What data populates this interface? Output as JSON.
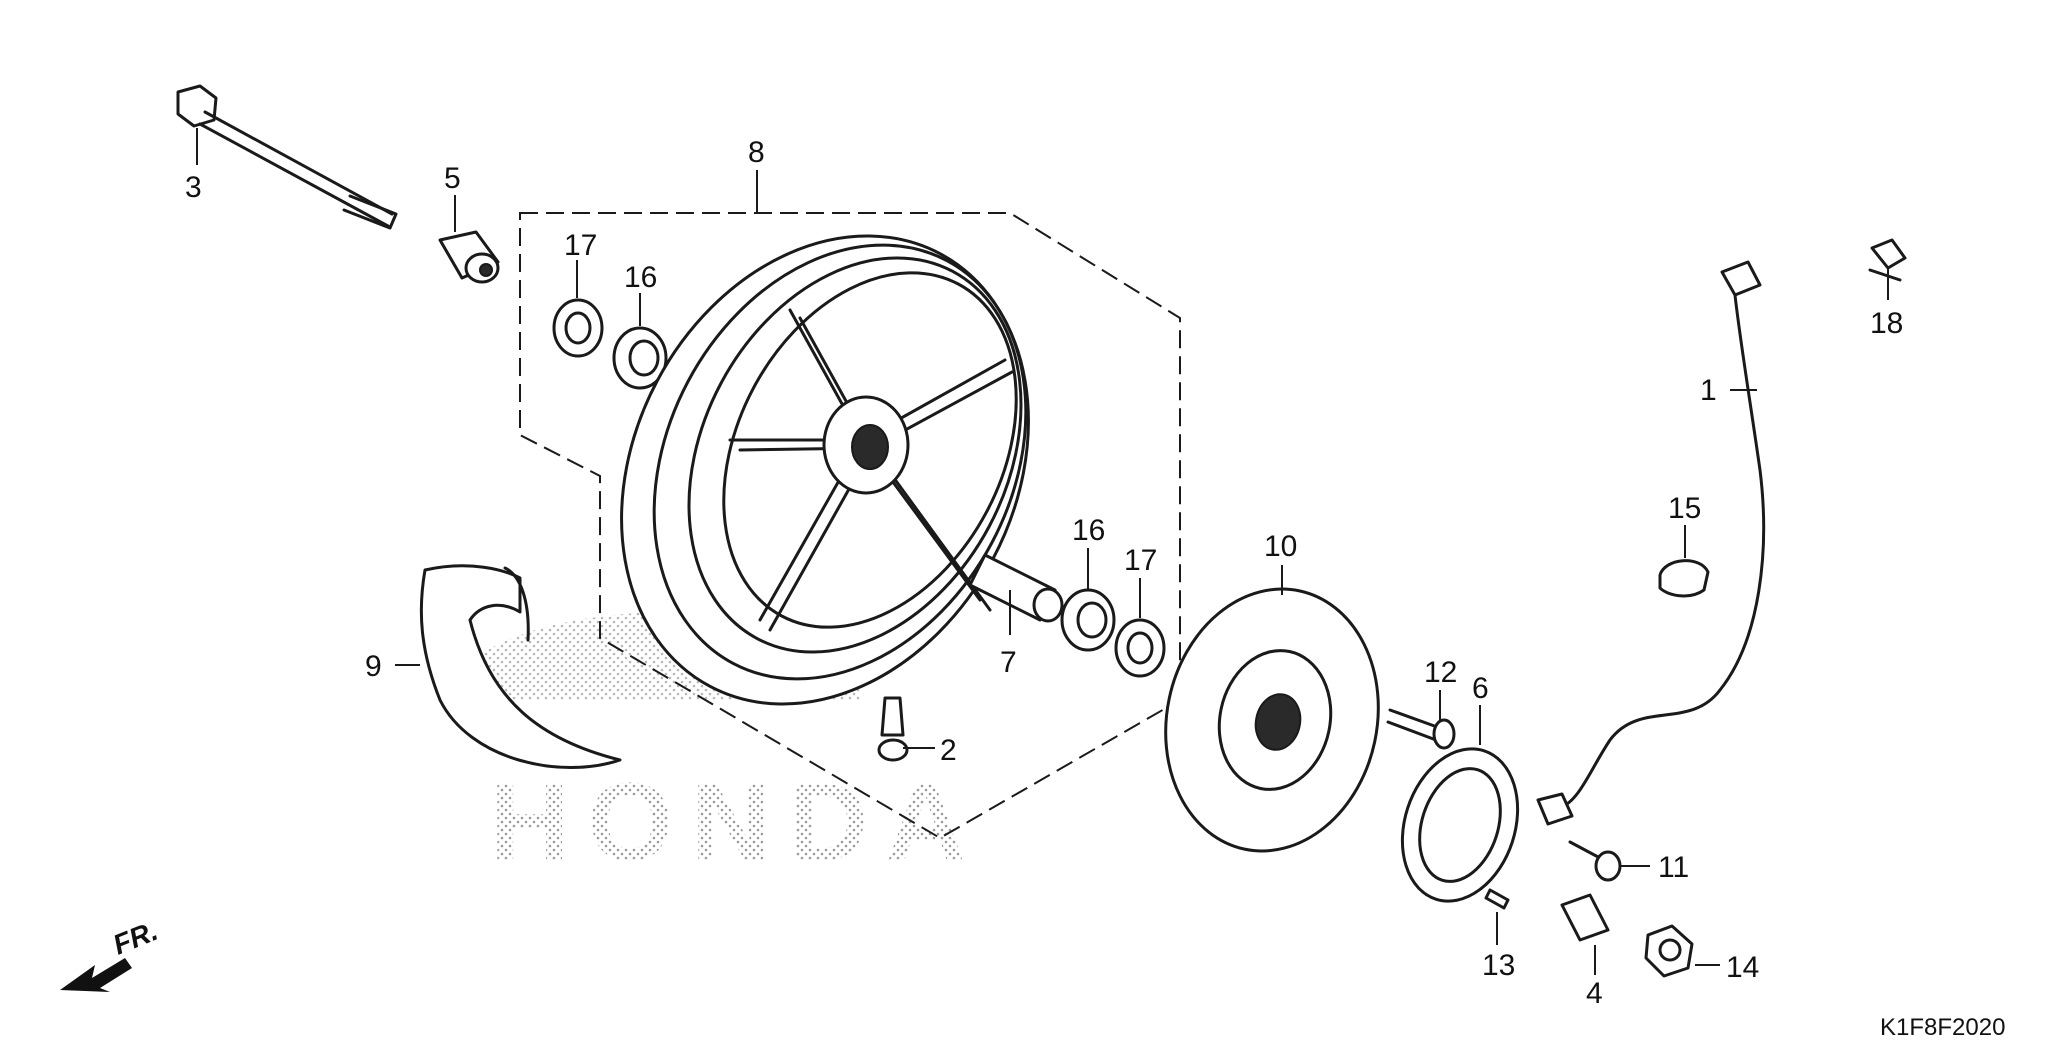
{
  "diagram_code": "K1F8F2020",
  "front_label": "FR.",
  "watermark_text": "HONDA",
  "callouts": [
    {
      "id": "c1",
      "label": "1"
    },
    {
      "id": "c2",
      "label": "2"
    },
    {
      "id": "c3",
      "label": "3"
    },
    {
      "id": "c4",
      "label": "4"
    },
    {
      "id": "c5",
      "label": "5"
    },
    {
      "id": "c6",
      "label": "6"
    },
    {
      "id": "c7",
      "label": "7"
    },
    {
      "id": "c8",
      "label": "8"
    },
    {
      "id": "c9",
      "label": "9"
    },
    {
      "id": "c10",
      "label": "10"
    },
    {
      "id": "c11",
      "label": "11"
    },
    {
      "id": "c12",
      "label": "12"
    },
    {
      "id": "c13",
      "label": "13"
    },
    {
      "id": "c14",
      "label": "14"
    },
    {
      "id": "c15",
      "label": "15"
    },
    {
      "id": "c16a",
      "label": "16"
    },
    {
      "id": "c16b",
      "label": "16"
    },
    {
      "id": "c17a",
      "label": "17"
    },
    {
      "id": "c17b",
      "label": "17"
    },
    {
      "id": "c18",
      "label": "18"
    }
  ]
}
